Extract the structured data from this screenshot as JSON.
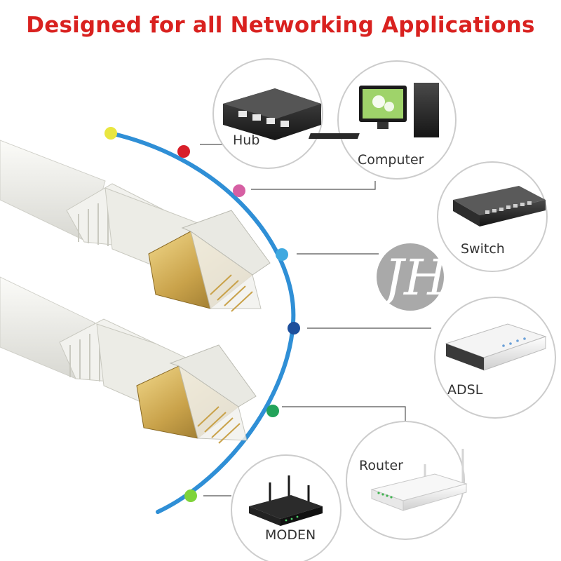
{
  "headline": "Designed for all Networking Applications",
  "devices": {
    "hub": "Hub",
    "computer": "Computer",
    "switch": "Switch",
    "adsl": "ADSL",
    "router": "Router",
    "modem": "MODEN"
  },
  "watermark": "JH",
  "colors": {
    "headline": "#d9211f",
    "arc": "#2f8fd6",
    "dot_yellow": "#e9e640",
    "dot_red": "#d81f2a",
    "dot_pink": "#d65fa3",
    "dot_lightblue": "#3fa9e0",
    "dot_navy": "#1d4f9c",
    "dot_green1": "#22a35a",
    "dot_green2": "#7fd33a",
    "gold": "#c9a24a",
    "cable": "#eeeeea"
  }
}
